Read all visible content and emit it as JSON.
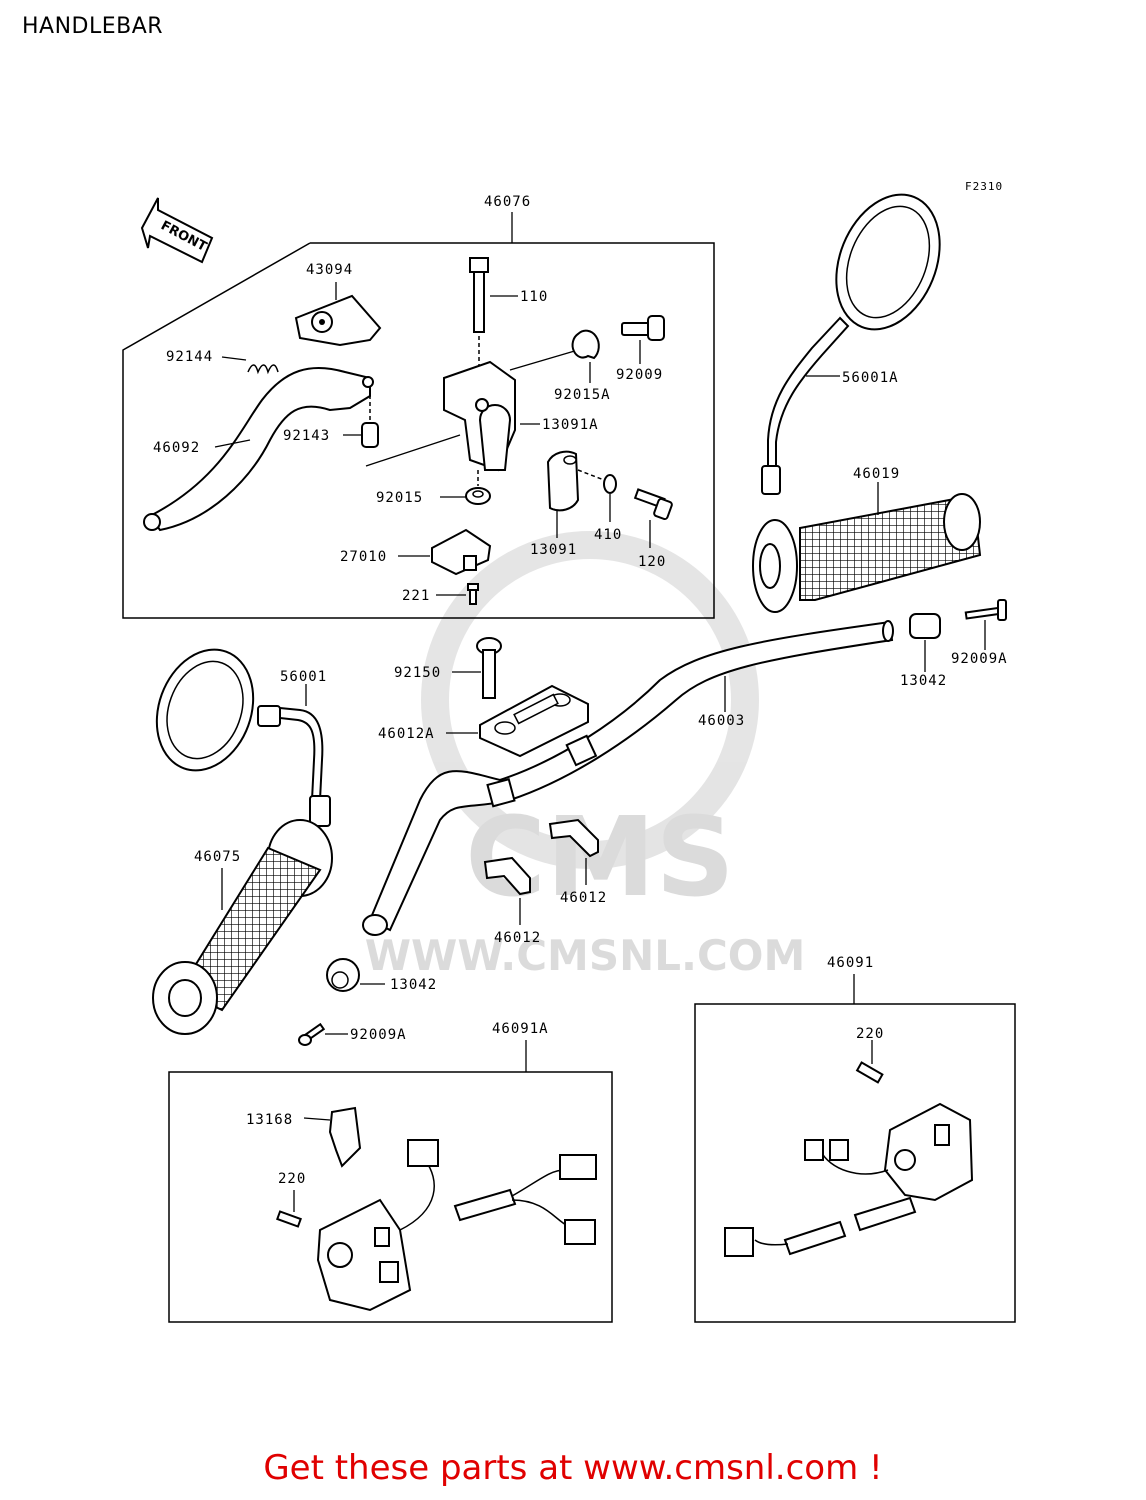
{
  "page": {
    "title": "HANDLEBAR"
  },
  "figure": {
    "code": "F2310",
    "direction_label": "FRONT"
  },
  "watermark": {
    "site": "WWW.CMSNL.COM",
    "logo_text": "CMS"
  },
  "groups": {
    "clutch_lever_assembly": "46076",
    "left_switch_assembly": "46091A",
    "right_switch_assembly": "46091"
  },
  "callouts": {
    "c43094": "43094",
    "c92144": "92144",
    "c46092": "46092",
    "c92143": "92143",
    "c110": "110",
    "c92009": "92009",
    "c92015A": "92015A",
    "c13091A": "13091A",
    "c92015": "92015",
    "c27010": "27010",
    "c221": "221",
    "c13091": "13091",
    "c410": "410",
    "c120": "120",
    "c56001A": "56001A",
    "c46019": "46019",
    "c13042_right": "13042",
    "c92009A_right": "92009A",
    "c56001": "56001",
    "c92150": "92150",
    "c46012A": "46012A",
    "c46003": "46003",
    "c46075": "46075",
    "c46012_right": "46012",
    "c46012_left": "46012",
    "c13042_left": "13042",
    "c92009A_left": "92009A",
    "c13168": "13168",
    "c220_left": "220",
    "c220_right": "220"
  },
  "promo": {
    "text": "Get these parts at www.cmsnl.com !",
    "color": "#e00000"
  }
}
